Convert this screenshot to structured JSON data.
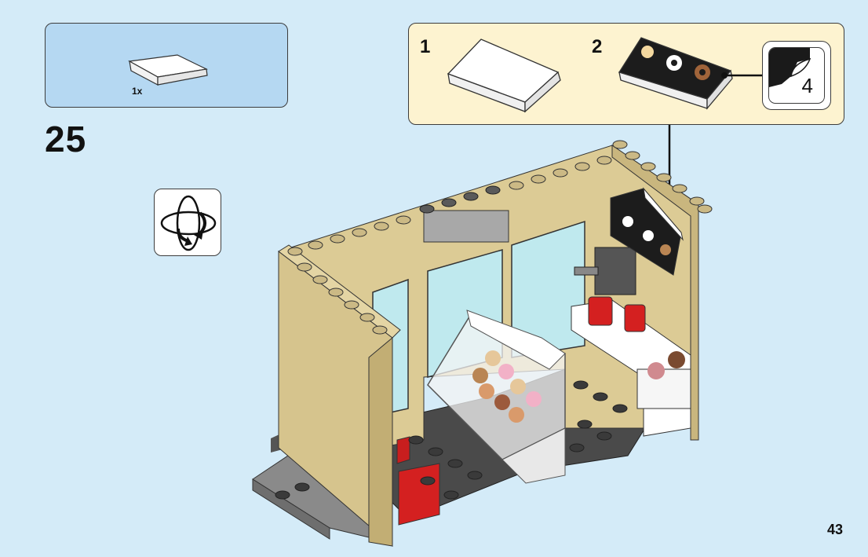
{
  "parts_callout": {
    "quantity": "1x"
  },
  "step": {
    "number": "25"
  },
  "subassembly": {
    "steps": [
      {
        "label": "1"
      },
      {
        "label": "2"
      }
    ],
    "sticker": {
      "number": "4"
    }
  },
  "page": {
    "number": "43"
  }
}
